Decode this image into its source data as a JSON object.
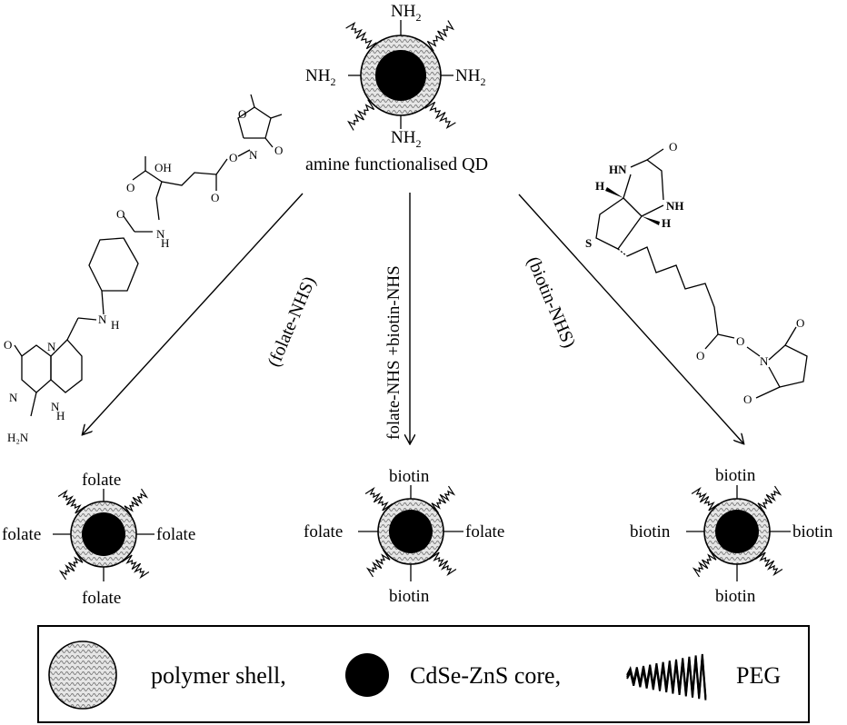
{
  "top_qd": {
    "caption": "amine functionalised QD",
    "ligand_text": "NH",
    "ligand_sub": "2"
  },
  "arrows": {
    "left": "(folate-NHS)",
    "middle": "folate-NHS +biotin-NHS",
    "right": "(biotin-NHS)"
  },
  "products": {
    "left": {
      "top": "folate",
      "bottom": "folate",
      "left": "folate",
      "right": "folate"
    },
    "middle": {
      "top": "biotin",
      "bottom": "biotin",
      "left": "folate",
      "right": "folate"
    },
    "right": {
      "top": "biotin",
      "bottom": "biotin",
      "left": "biotin",
      "right": "biotin"
    }
  },
  "folate_molecule": {
    "oh": "OH",
    "nh": "N",
    "h": "H",
    "n": "N",
    "nh2": "H₂N",
    "o": "O"
  },
  "biotin_molecule": {
    "hn": "HN",
    "nh": "NH",
    "h": "H",
    "s": "S",
    "o": "O",
    "n": "N"
  },
  "legend": {
    "shell_label": "polymer shell,",
    "core_label": "CdSe-ZnS core,",
    "peg_label": "PEG"
  },
  "colors": {
    "core": "#000000",
    "shell_fill": "#d8d8d8",
    "ink": "#000000"
  }
}
